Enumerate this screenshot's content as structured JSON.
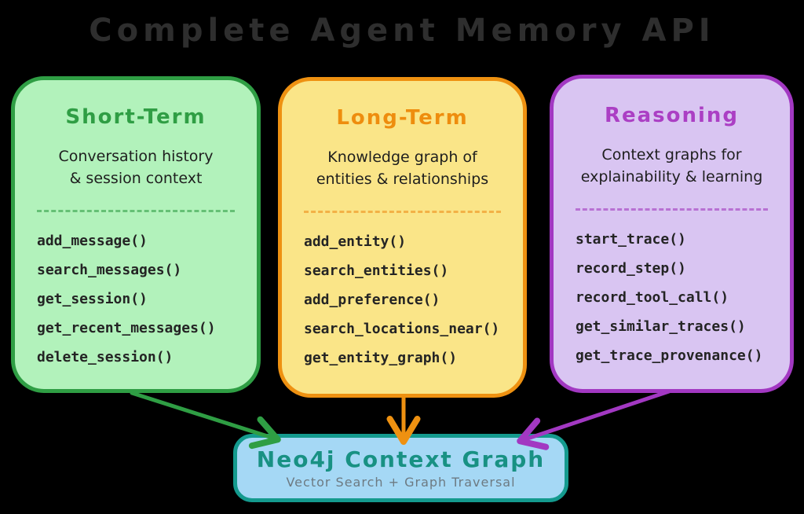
{
  "diagram_title": "Complete Agent Memory API",
  "colors": {
    "background": "#000000",
    "title_text": "#2e2e2e",
    "body_text": "#1e1e1e",
    "short_term_fill": "#b2f2bb",
    "short_term_stroke": "#2f9e44",
    "long_term_fill": "#fae588",
    "long_term_stroke": "#ee9111",
    "long_term_accent": "#ee8d0e",
    "reasoning_fill": "#d9c5f2",
    "reasoning_stroke": "#a238c2",
    "reasoning_accent": "#ab3fc4",
    "target_fill": "#a5d8f5",
    "target_stroke": "#149a8e",
    "target_title": "#189183",
    "target_subtitle": "#6d7a82"
  },
  "cards": [
    {
      "title": "Short-Term",
      "description_line1": "Conversation history",
      "description_line2": "& session context",
      "methods": [
        "add_message()",
        "search_messages()",
        "get_session()",
        "get_recent_messages()",
        "delete_session()"
      ]
    },
    {
      "title": "Long-Term",
      "description_line1": "Knowledge graph of",
      "description_line2": "entities & relationships",
      "methods": [
        "add_entity()",
        "search_entities()",
        "add_preference()",
        "search_locations_near()",
        "get_entity_graph()"
      ]
    },
    {
      "title": "Reasoning",
      "description_line1": "Context graphs for",
      "description_line2": "explainability & learning",
      "methods": [
        "start_trace()",
        "record_step()",
        "record_tool_call()",
        "get_similar_traces()",
        "get_trace_provenance()"
      ]
    }
  ],
  "target_box": {
    "title": "Neo4j Context Graph",
    "subtitle": "Vector Search + Graph Traversal"
  }
}
